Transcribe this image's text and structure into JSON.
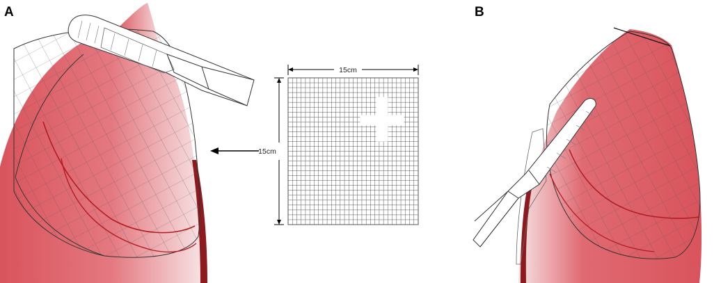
{
  "panels": {
    "a": {
      "label": "A"
    },
    "b": {
      "label": "B"
    }
  },
  "mesh": {
    "width_label": "15cm",
    "height_label": "15cm",
    "grid_divisions": 30
  },
  "colors": {
    "tissue": "#d9545c",
    "tissue_dark": "#8c1a1e",
    "duct_line": "#b31c22",
    "mesh_line": "#555555",
    "outline": "#333333"
  }
}
